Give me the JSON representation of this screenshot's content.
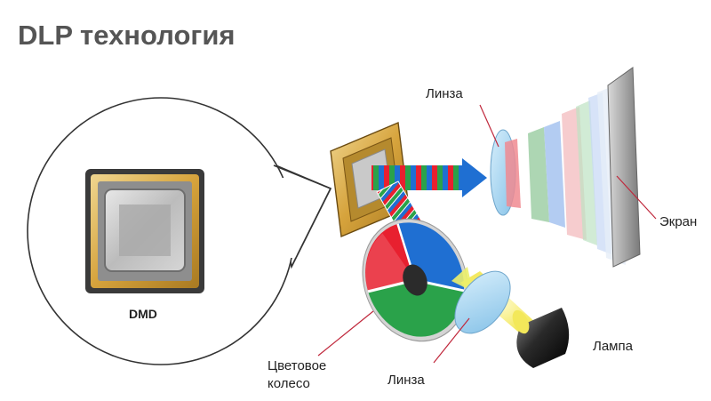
{
  "title": "DLP технология",
  "labels": {
    "lens_top": "Линза",
    "screen": "Экран",
    "dmd": "DMD",
    "color_wheel_line1": "Цветовое",
    "color_wheel_line2": "колесо",
    "lens_bottom": "Линза",
    "lamp": "Лампа"
  },
  "colors": {
    "title": "#555555",
    "leader_line": "#c0283c",
    "wheel_red": "#e8202f",
    "wheel_green": "#2aa24a",
    "wheel_blue": "#1f6fd2",
    "dmd_gold": "#d9a640",
    "lens": "#9fcfee"
  }
}
